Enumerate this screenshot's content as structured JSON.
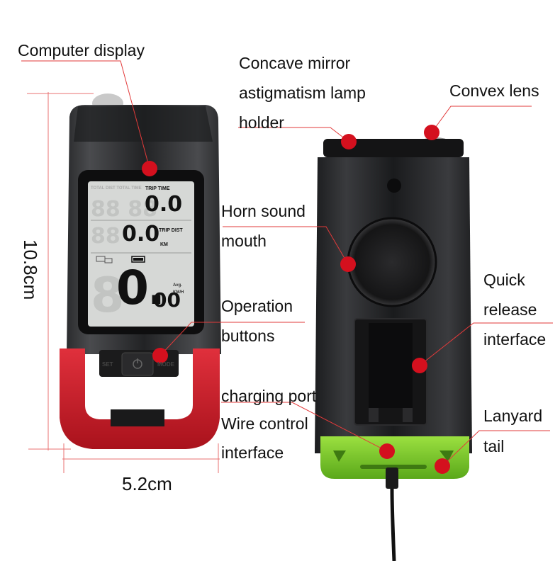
{
  "labels": {
    "computer_display": "Computer display",
    "concave_mirror_1": "Concave mirror",
    "concave_mirror_2": "astigmatism lamp",
    "concave_mirror_3": "holder",
    "convex_lens": "Convex lens",
    "horn_1": "Horn sound",
    "horn_2": "mouth",
    "operation_1": "Operation",
    "operation_2": "buttons",
    "quick_release_1": "Quick",
    "quick_release_2": "release",
    "quick_release_3": "interface",
    "charging_port": "charging port",
    "wire_control_1": "Wire control",
    "wire_control_2": "interface",
    "lanyard_1": "Lanyard",
    "lanyard_2": "tail"
  },
  "dimensions": {
    "height": "10.8cm",
    "width": "5.2cm"
  },
  "lcd": {
    "trip_time_label": "TRIP TIME",
    "trip_time_value": "0.0",
    "trip_dist_label": "TRIP DIST",
    "trip_dist_value": "0.0",
    "km_label": "KM",
    "speed_value": "0.",
    "speed_decimals": "00",
    "avg_label": "Avg.",
    "kmh_label": "KM/H",
    "faint_labels": "TOTAL DIST  TOTAL TIME",
    "ghost_digits": "88",
    "set_button": "SET",
    "mode_button": "MODE"
  },
  "colors": {
    "marker_red": "#d4101e",
    "leader_line": "#e23a3a",
    "dimension_line": "#e87070",
    "housing_red": "#d81c2a",
    "housing_green": "#7fd02a",
    "lcd_screen": "#d6d8d6"
  }
}
